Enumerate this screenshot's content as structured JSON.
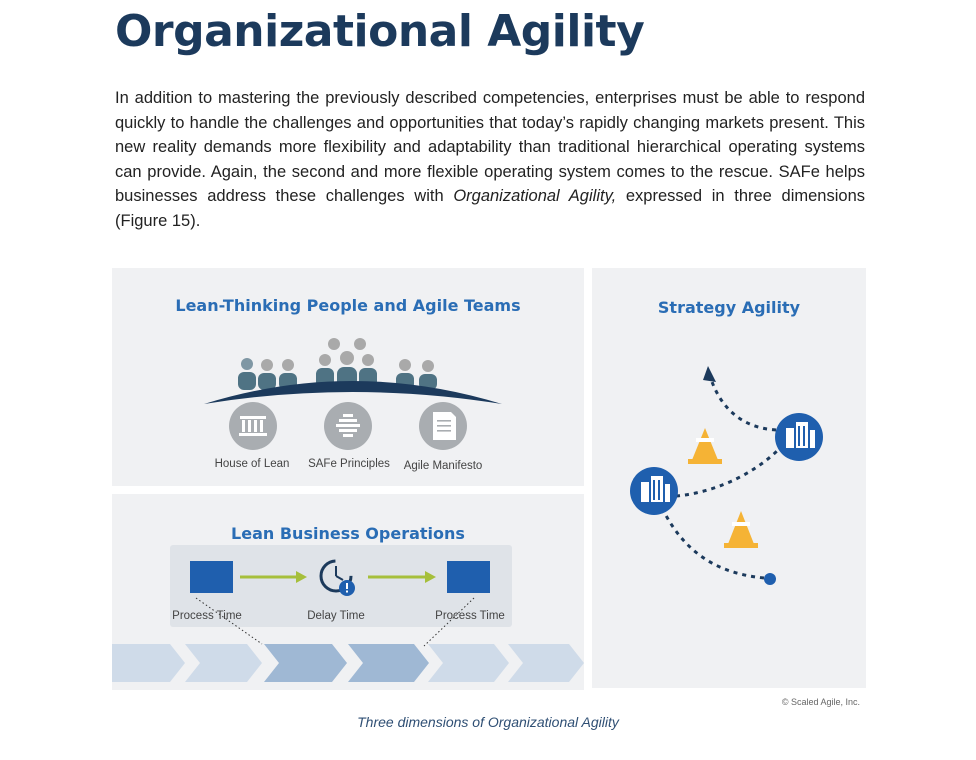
{
  "heading": "Organizational Agility",
  "intro": {
    "before": "In addition to mastering the previously described competencies, enterprises must be able to respond quickly to handle the challenges and opportunities that today’s rapidly changing markets present. This new reality demands more flexibility and adaptability than traditional hierarchical operating systems can provide. Again, the second and more flexible operating system comes to the rescue. SAFe helps businesses address these challenges with ",
    "emphasis": "Organizational Agility,",
    "after": " expressed in three dimensions (Figure 15)."
  },
  "figure": {
    "people_panel": {
      "title": "Lean-Thinking People and Agile Teams",
      "items": [
        {
          "label": "House of Lean",
          "icon": "house-of-lean-icon"
        },
        {
          "label": "SAFe Principles",
          "icon": "safe-principles-icon"
        },
        {
          "label": "Agile Manifesto",
          "icon": "agile-manifesto-icon"
        }
      ]
    },
    "operations_panel": {
      "title": "Lean Business Operations",
      "steps": [
        {
          "label": "Process Time",
          "icon": "process-box-icon"
        },
        {
          "label": "Delay Time",
          "icon": "stopwatch-alert-icon"
        },
        {
          "label": "Process Time",
          "icon": "process-box-icon"
        }
      ]
    },
    "strategy_panel": {
      "title": "Strategy Agility"
    },
    "colors": {
      "title_navy": "#1c3a5c",
      "accent_blue": "#2a6db5",
      "panel_gray": "#f0f1f3",
      "people_teal": "#4f7384",
      "arrow_green": "#a6bf3b",
      "cone_orange": "#f5b335"
    },
    "copyright": "© Scaled Agile, Inc.",
    "caption": "Three dimensions of Organizational Agility"
  }
}
